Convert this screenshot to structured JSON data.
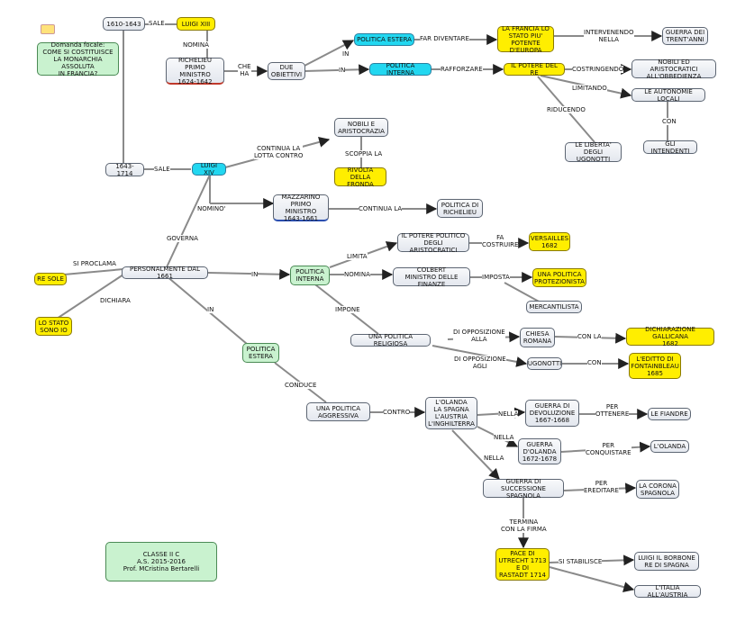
{
  "nodes": {
    "n1610": "1610-1643",
    "luigi13": "LUIGI XIII",
    "focale": "Domanda focale:\nCOME SI COSTITUISCE\nLA MONARCHIA ASSOLUTA\nIN FRANCIA?",
    "richelieu": "RICHELIEU\nPRIMO MINISTRO\n1624-1642",
    "obiettivi": "DUE\nOBIETTIVI",
    "polest1": "POLITICA ESTERA",
    "polint1": "POLITICA INTERNA",
    "francia": "LA FRANCIA LO\nSTATO PIU' POTENTE\nD'EUROPA",
    "guerra30": "GUERRA DEI\nTRENT'ANNI",
    "potere_re": "IL POTERE DEL RE",
    "nobili_obb": "NOBILI ED ARISTOCRATICI\nALL'OBBEDIENZA",
    "autonomie": "LE AUTONOMIE LOCALI",
    "intendenti": "GLI INTENDENTI",
    "liberta": "LE LIBERTA'\nDEGLI UGONOTTI",
    "nobili_ar": "NOBILI E\nARISTOCRAZIA",
    "fronda": "RIVOLTA DELLA\nFRONDA",
    "n1643": "1643-1714",
    "luigi14": "LUIGI XIV",
    "mazzarino": "MAZZARINO\nPRIMO MINISTRO\n1643-1661",
    "pol_rich": "POLITICA DI\nRICHELIEU",
    "potere_pol": "IL POTERE POLITICO\nDEGLI ARISTOCRATICI",
    "versailles": "VERSAILLES\n1682",
    "re_sole": "RE SOLE",
    "personal": "PERSONALMENTE DAL 1661",
    "polint2": "POLITICA\nINTERNA",
    "colbert": "COLBERT\nMINISTRO DELLE FINANZE",
    "protez": "UNA POLITICA\nPROTEZIONISTA",
    "mercant": "MERCANTILISTA",
    "stato_io": "LO STATO\nSONO IO",
    "religiosa": "UNA POLITICA RELIGIOSA",
    "chiesa": "CHIESA\nROMANA",
    "dich_gall": "DICHIARAZIONE GALLICANA\n1682",
    "ugonotti": "UGONOTTI",
    "editto": "L'EDITTO DI\nFONTAINBLEAU\n1685",
    "polest2": "POLITICA\nESTERA",
    "aggressiva": "UNA POLITICA\nAGGRESSIVA",
    "coalizione": "L'OLANDA\nLA SPAGNA\nL'AUSTRIA\nL'INGHILTERRA",
    "devoluzione": "GUERRA DI\nDEVOLUZIONE\n1667-1668",
    "fiandre": "LE FIANDRE",
    "g_olanda": "GUERRA\nD'OLANDA\n1672-1678",
    "olanda": "L'OLANDA",
    "successione": "GUERRA DI\nSUCCESSIONE SPAGNOLA",
    "corona": "LA CORONA\nSPAGNOLA",
    "pace": "PACE DI\nUTRECHT 1713\nE DI\nRASTADT 1714",
    "borbone": "LUIGI IL BORBONE\nRE DI SPAGNA",
    "italia": "L'ITALIA ALL'AUSTRIA",
    "classe": "CLASSE II C\nA.S. 2015-2016\nProf. MCristina Bertarelli"
  },
  "links": {
    "sale1": "SALE",
    "nomina1": "NOMINA",
    "cheha": "CHE\nHA",
    "in_a": "IN",
    "in_b": "IN",
    "far_div": "FAR DIVENTARE",
    "interv": "INTERVENENDO\nNELLA",
    "rafforz": "RAFFORZARE",
    "costr": "COSTRINGENDO",
    "limit": "LIMITANDO",
    "con1": "CON",
    "riduc": "RIDUCENDO",
    "continua1": "CONTINUA LA\nLOTTA CONTRO",
    "scoppia": "SCOPPIA LA",
    "sale2": "SALE",
    "nomino": "NOMINO'",
    "continua2": "CONTINUA LA",
    "governa": "GOVERNA",
    "proclama": "SI PROCLAMA",
    "dichiara": "DICHIARA",
    "in_c": "IN",
    "limita": "LIMITA",
    "fa_costr": "FA\nCOSTRUIRE",
    "nomina2": "NOMINA",
    "imposta": "IMPOSTA",
    "impone": "IMPONE",
    "in_d": "IN",
    "opp_alla": "DI OPPOSIZIONE\nALLA",
    "con_la": "CON LA",
    "opp_agli": "DI OPPOSIZIONE\nAGLI",
    "con2": "CON",
    "conduce": "CONDUCE",
    "contro": "CONTRO",
    "nella1": "NELLA",
    "per_ott": "PER\nOTTENERE",
    "nella2": "NELLA",
    "per_conq": "PER\nCONQUISTARE",
    "nella3": "NELLA",
    "per_ered": "PER\nEREDITARE",
    "termina": "TERMINA\nCON LA  FIRMA",
    "stabil": "SI STABILISCE"
  }
}
